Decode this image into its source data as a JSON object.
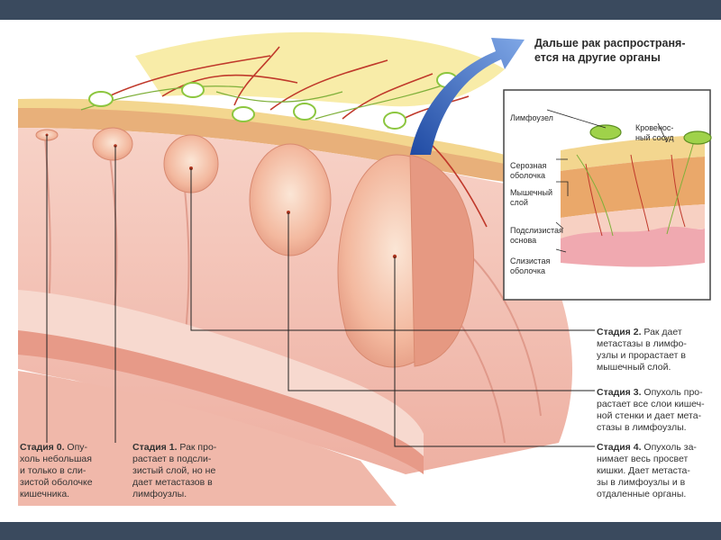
{
  "headline": "Дальше рак распространя-\nется на другие органы",
  "inset": {
    "lymph_node": "Лимфоузел",
    "blood_vessel": "Кровенос-\nный сосуд",
    "serous": "Серозная\nоболочка",
    "muscle": "Мышечный\nслой",
    "submucosa": "Подслизистая\nоснова",
    "mucosa": "Слизистая\nоболочка"
  },
  "stages": [
    {
      "title": "Стадия 0.",
      "text": "Опу-\nхоль небольшая\nи только в сли-\nзистой оболочке\nкишечника."
    },
    {
      "title": "Стадия 1.",
      "text": "Рак про-\nрастает в подсли-\nзистый слой, но не\nдает метастазов в\nлимфоузлы."
    },
    {
      "title": "Стадия 2.",
      "text": "Рак дает\nметастазы в лимфо-\nузлы и прорастает в\nмышечный слой."
    },
    {
      "title": "Стадия 3.",
      "text": "Опухоль про-\nрастает все слои кишеч-\nной стенки и дает мета-\nстазы в лимфоузлы."
    },
    {
      "title": "Стадия 4.",
      "text": "Опухоль за-\nнимает весь просвет\nкишки. Дает метаста-\nзы в лимфоузлы и в\nотдаленные органы."
    }
  ],
  "colors": {
    "frame": "#3a4a5e",
    "mucosa": "#f2b2a4",
    "tumor": "#f6c7b0",
    "fat": "#f7e9a0",
    "vessel": "#c0392b",
    "lymph": "#8cc63f",
    "arrow": "#2b5bb8"
  }
}
